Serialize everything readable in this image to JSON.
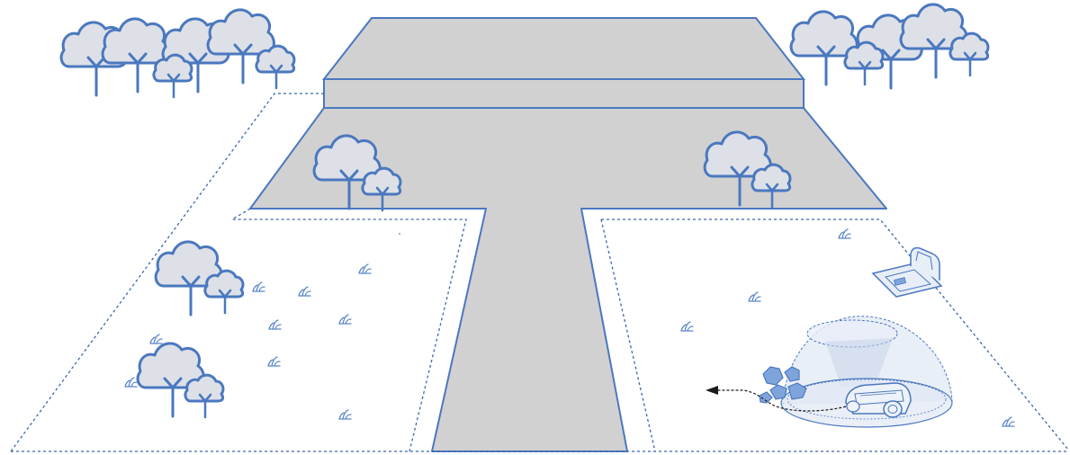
{
  "scene": {
    "colors": {
      "stroke": "#4a78bf",
      "tree_fill": "#dde0e7",
      "building_fill": "#d1d1d1",
      "boundary": "#3a67ad",
      "grass": "#5b87c9",
      "rock_fill": "#7fa4dc",
      "dome_fill": "#dbe4f2",
      "background": "#ffffff"
    },
    "objects": [
      "tree-cluster-left",
      "tree-cluster-right",
      "building",
      "t-shaped-paved-area",
      "lawn-zone-left",
      "lawn-zone-right",
      "robotic-mower",
      "charging-station",
      "obstacle-rocks",
      "sensor-dome",
      "avoidance-path-arrow"
    ],
    "icons": [
      "tree-icon",
      "grass-tuft-icon",
      "mower-icon",
      "charging-dock-icon",
      "rock-icon",
      "arrow-icon"
    ]
  }
}
